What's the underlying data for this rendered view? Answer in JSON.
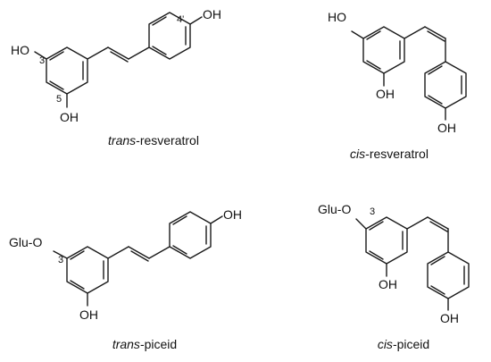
{
  "structures": [
    {
      "id": "trans-resveratrol",
      "caption_prefix": "trans",
      "caption_suffix": "-resveratrol",
      "labels": {
        "oh_top": "OH",
        "oh_left": "HO",
        "oh_bottom": "OH",
        "num_top": "4'",
        "num_3": "3",
        "num_5": "5"
      }
    },
    {
      "id": "cis-resveratrol",
      "caption_prefix": "cis",
      "caption_suffix": "-resveratrol",
      "labels": {
        "oh_left": "HO",
        "oh_mid": "OH",
        "oh_bottom": "OH"
      }
    },
    {
      "id": "trans-piceid",
      "caption_prefix": "trans",
      "caption_suffix": "-piceid",
      "labels": {
        "oh_top": "OH",
        "glu": "Glu-O",
        "num_3": "3",
        "oh_bottom": "OH"
      }
    },
    {
      "id": "cis-piceid",
      "caption_prefix": "cis",
      "caption_suffix": "-piceid",
      "labels": {
        "glu": "Glu-O",
        "num_3": "3",
        "oh_mid": "OH",
        "oh_bottom": "OH"
      }
    }
  ]
}
